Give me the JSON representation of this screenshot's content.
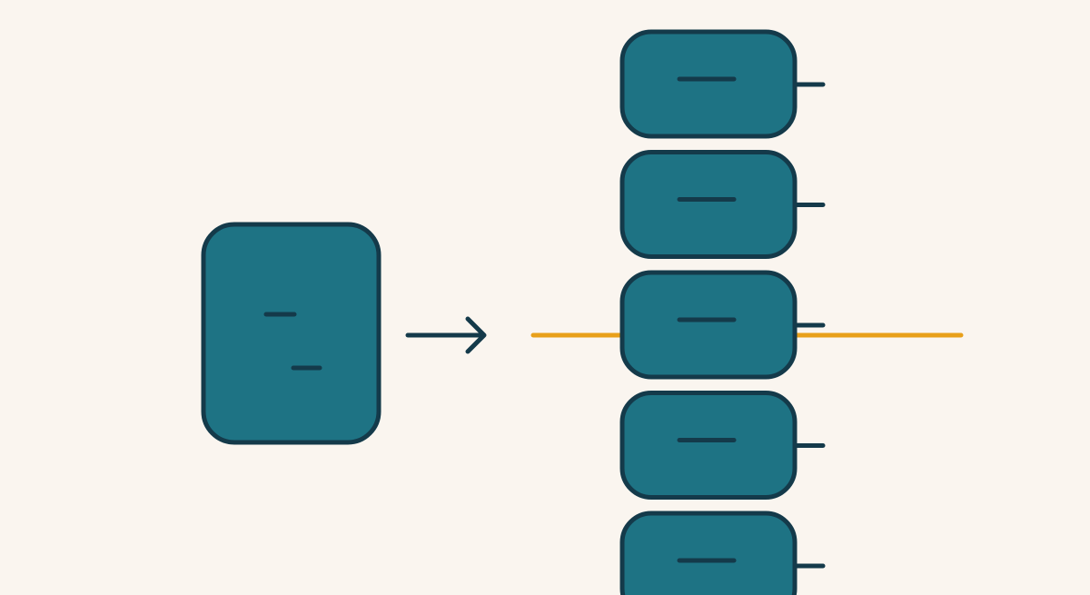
{
  "colors": {
    "background": "#FAF5EF",
    "block_fill": "#1E7384",
    "outline": "#143A4A",
    "highlight_line": "#E8A01A",
    "arrow": "#143A4A"
  },
  "diagram": {
    "source_block": {
      "icon": "large-block-icon"
    },
    "arrow": {
      "icon": "arrow-right-icon"
    },
    "target_stack": {
      "item_count": 5,
      "icon": "small-block-icon",
      "highlighted_index": 2
    },
    "highlight_line": {
      "icon": "horizontal-line"
    }
  }
}
